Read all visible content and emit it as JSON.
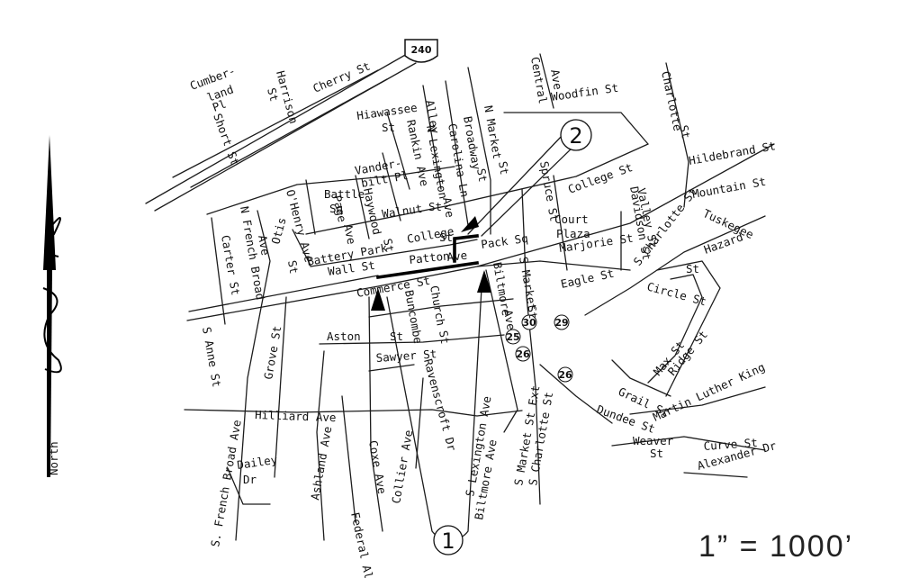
{
  "map": {
    "scale_text": "1” = 1000’",
    "north_label": "North",
    "interstate": "240",
    "route_shields": [
      "25",
      "26",
      "30",
      "29",
      "26"
    ],
    "markers": [
      "1",
      "2"
    ],
    "streets": [
      "Cumber-",
      "land",
      "Pl",
      "Short St",
      "Harrison",
      "St",
      "Cherry St",
      "Hiawassee",
      "St",
      "Alley",
      "N Lexington",
      "Ave",
      "Broadway",
      "St",
      "Carolina Ln",
      "N Market",
      "St",
      "Central",
      "Ave",
      "Woodfin St",
      "Charlotte",
      "St",
      "Rankin Ave",
      "Vander-",
      "bilt Pl",
      "Battle",
      "Sq",
      "Page",
      "Ave",
      "Haywood",
      "St",
      "O'Henry Ave",
      "Walnut",
      "St",
      "Spruce St",
      "College St",
      "Davidson St",
      "Hildebrand St",
      "Mountain St",
      "Valley St",
      "Tuskegee",
      "Court",
      "Plaza",
      "Marjorie St",
      "S Charlotte St",
      "Hazard",
      "St",
      "Carter St",
      "N French Broad",
      "Ave",
      "Otis",
      "St",
      "Battery Park",
      "College",
      "St",
      "Patton",
      "Ave",
      "Pack Sq",
      "Wall St",
      "Commerce St",
      "Eagle St",
      "Biltmore",
      "Ave",
      "S Market",
      "St",
      "Circle St",
      "Buncombe",
      "St",
      "Church",
      "St",
      "Aston",
      "Sawyer St",
      "S Anne St",
      "Grove St",
      "Ravenscroft Dr",
      "Max St",
      "Ridge St",
      "Grail St",
      "Dundee St",
      "Martin Luther King",
      "Hilliard Ave",
      "S Lexington Ave",
      "Biltmore Ave",
      "S Market St Ext",
      "S Charlotte St",
      "Weaver",
      "St",
      "Curve St",
      "Alexander Dr",
      "S. French Broad Ave",
      "Ashland Ave",
      "Federal Alley",
      "Coxe Ave",
      "Collier Ave",
      "Dailey",
      "Dr"
    ]
  }
}
